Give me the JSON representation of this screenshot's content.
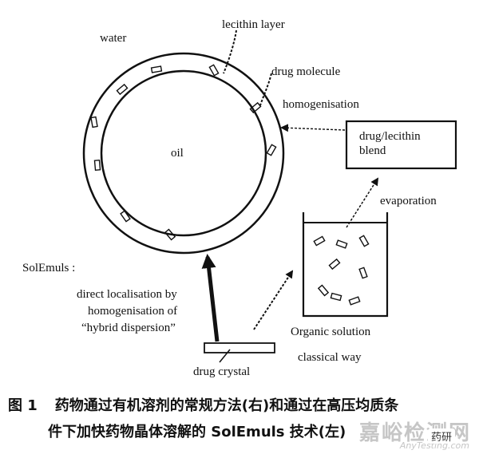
{
  "labels": {
    "water": "water",
    "lecithin_layer": "lecithin layer",
    "drug_molecule": "drug molecule",
    "homogenisation": "homogenisation",
    "oil": "oil",
    "blend_line1": "drug/lecithin",
    "blend_line2": "blend",
    "evaporation": "evaporation",
    "solemuls": "SolEmuls :",
    "direct_line1": "direct localisation by",
    "direct_line2": "homogenisation of",
    "direct_line3": "“hybrid dispersion”",
    "organic_solution": "Organic solution",
    "classical_way": "classical way",
    "drug_crystal": "drug crystal"
  },
  "caption": {
    "figure_number": "图 1",
    "line1": "药物通过有机溶剂的常规方法(右)和通过在高压均质条",
    "line2": "件下加快药物晶体溶解的 SolEmuls 技术(左)"
  },
  "watermark": {
    "main": "嘉峪检测网",
    "sub": "AnyTesting.com",
    "wechat": "药研"
  }
}
